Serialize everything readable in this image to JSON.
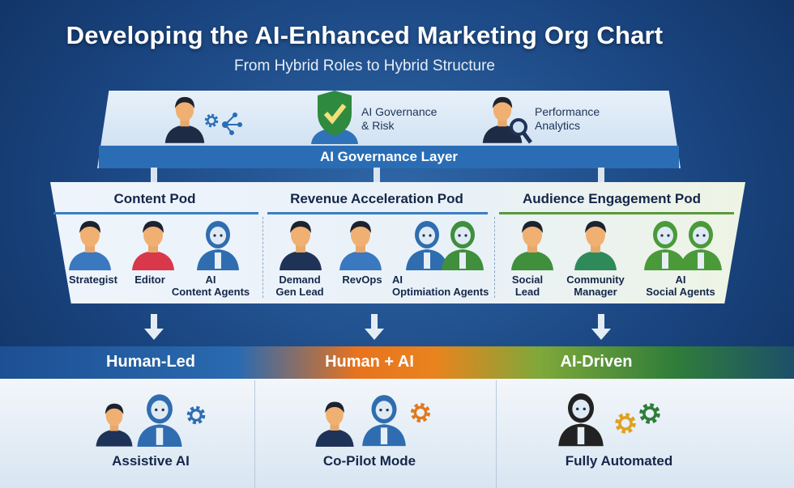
{
  "title": "Developing the AI-Enhanced Marketing Org Chart",
  "subtitle": "From Hybrid Roles to Hybrid Structure",
  "governance": {
    "items": [
      {
        "label1": "AI Governance",
        "label2": "& Risk"
      },
      {
        "label1": "Performance",
        "label2": "Analytics"
      }
    ],
    "layer_label": "AI Governance Layer"
  },
  "pods": [
    {
      "name": "Content Pod",
      "color": "#3a7ec4",
      "roles": [
        {
          "l1": "Strategist",
          "l2": ""
        },
        {
          "l1": "Editor",
          "l2": ""
        },
        {
          "l1": "AI",
          "l2": "Content Agents"
        }
      ]
    },
    {
      "name": "Revenue Acceleration Pod",
      "color": "#3a7ec4",
      "roles": [
        {
          "l1": "Demand",
          "l2": "Gen Lead"
        },
        {
          "l1": "RevOps",
          "l2": ""
        },
        {
          "l1": "AI",
          "l2": "Optimiation Agents"
        }
      ]
    },
    {
      "name": "Audience Engagement Pod",
      "color": "#5a9a3a",
      "roles": [
        {
          "l1": "Social",
          "l2": "Lead"
        },
        {
          "l1": "Community",
          "l2": "Manager"
        },
        {
          "l1": "AI",
          "l2": "Social Agents"
        }
      ]
    }
  ],
  "modes": [
    {
      "band": "Human-Led",
      "label": "Assistive AI"
    },
    {
      "band": "Human + AI",
      "label": "Co-Pilot Mode"
    },
    {
      "band": "AI-Driven",
      "label": "Fully Automated"
    }
  ]
}
